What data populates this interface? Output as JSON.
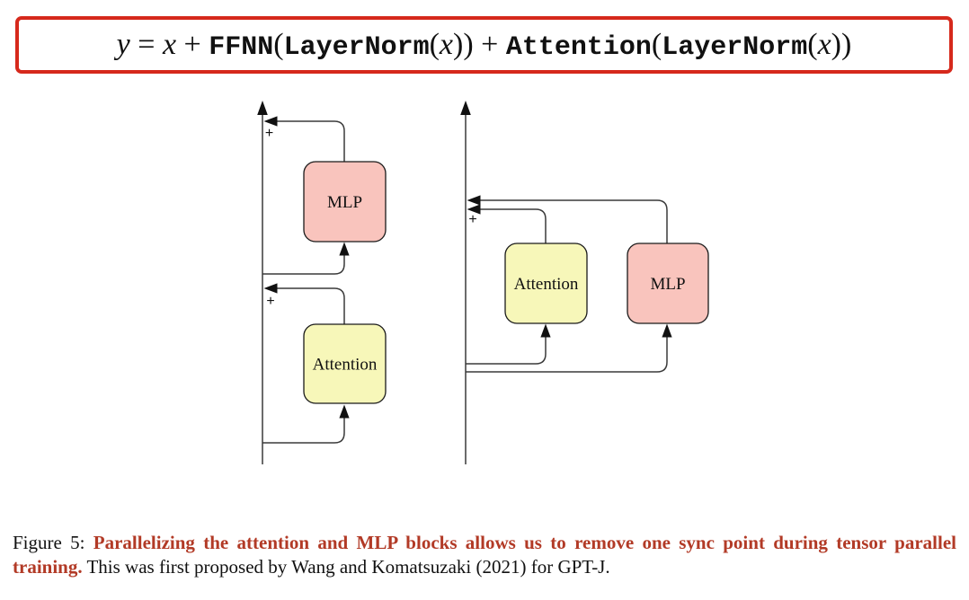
{
  "formula": {
    "parts": [
      {
        "t": "y",
        "s": "it"
      },
      {
        "t": " = ",
        "s": "rm"
      },
      {
        "t": "x",
        "s": "it"
      },
      {
        "t": " + ",
        "s": "rm"
      },
      {
        "t": "FFNN",
        "s": "tt"
      },
      {
        "t": "(",
        "s": "rm"
      },
      {
        "t": "LayerNorm",
        "s": "tt"
      },
      {
        "t": "(",
        "s": "rm"
      },
      {
        "t": "x",
        "s": "it"
      },
      {
        "t": ")) ",
        "s": "rm"
      },
      {
        "t": "+ ",
        "s": "rm"
      },
      {
        "t": "Attention",
        "s": "tt"
      },
      {
        "t": "(",
        "s": "rm"
      },
      {
        "t": "LayerNorm",
        "s": "tt"
      },
      {
        "t": "(",
        "s": "rm"
      },
      {
        "t": "x",
        "s": "it"
      },
      {
        "t": "))",
        "s": "rm"
      }
    ]
  },
  "diagrams": {
    "sequential": {
      "mlp_label": "MLP",
      "attention_label": "Attention",
      "plus_top": "+",
      "plus_bottom": "+"
    },
    "parallel": {
      "attention_label": "Attention",
      "mlp_label": "MLP",
      "plus": "+"
    }
  },
  "caption": {
    "prefix": "Figure 5: ",
    "highlight": "Parallelizing the attention and MLP blocks allows us to remove one sync point during tensor parallel training.",
    "rest": " This was first proposed by Wang and Komatsuzaki (2021) for GPT-J."
  },
  "colors": {
    "formula_border": "#d6291c",
    "caption_highlight": "#b23a26",
    "mlp_fill": "#f9c4bd",
    "attention_fill": "#f7f7b9",
    "line": "#3a3a3a"
  }
}
